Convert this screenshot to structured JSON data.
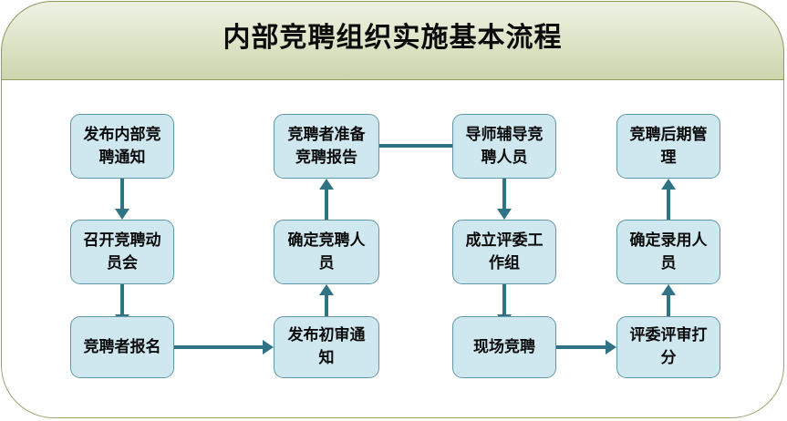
{
  "header": {
    "title": "内部竞聘组织实施基本流程"
  },
  "colors": {
    "header_border": "#8e9a63",
    "header_fill_top": "#eef1e2",
    "header_fill_bottom": "#cbd6ae",
    "frame_border": "#9aa471",
    "node_fill": "#cfe7ef",
    "node_border": "#5f97a6",
    "connector": "#2f7384",
    "text": "#0b0b0b",
    "page_background": "#ffffff"
  },
  "diagram": {
    "type": "flowchart",
    "columns": 4,
    "rows": 3,
    "nodes": [
      {
        "id": "n1",
        "label": "发布内部竞聘通知",
        "col": 1,
        "row": 1
      },
      {
        "id": "n2",
        "label": "召开竞聘动员会",
        "col": 1,
        "row": 2
      },
      {
        "id": "n3",
        "label": "竞聘者报名",
        "col": 1,
        "row": 3
      },
      {
        "id": "n4",
        "label": "发布初审通知",
        "col": 2,
        "row": 3
      },
      {
        "id": "n5",
        "label": "确定竞聘人员",
        "col": 2,
        "row": 2
      },
      {
        "id": "n6",
        "label": "竞聘者准备竞聘报告",
        "col": 2,
        "row": 1
      },
      {
        "id": "n7",
        "label": "导师辅导竞聘人员",
        "col": 3,
        "row": 1
      },
      {
        "id": "n8",
        "label": "成立评委工作组",
        "col": 3,
        "row": 2
      },
      {
        "id": "n9",
        "label": "现场竞聘",
        "col": 3,
        "row": 3
      },
      {
        "id": "n10",
        "label": "评委评审打分",
        "col": 4,
        "row": 3
      },
      {
        "id": "n11",
        "label": "确定录用人员",
        "col": 4,
        "row": 2
      },
      {
        "id": "n12",
        "label": "竞聘后期管理",
        "col": 4,
        "row": 1
      }
    ],
    "edges": [
      {
        "from": "n1",
        "to": "n2",
        "direction": "down"
      },
      {
        "from": "n2",
        "to": "n3",
        "direction": "down"
      },
      {
        "from": "n3",
        "to": "n4",
        "direction": "right"
      },
      {
        "from": "n4",
        "to": "n5",
        "direction": "up"
      },
      {
        "from": "n5",
        "to": "n6",
        "direction": "up"
      },
      {
        "from": "n6",
        "to": "n7",
        "direction": "right"
      },
      {
        "from": "n7",
        "to": "n8",
        "direction": "down"
      },
      {
        "from": "n8",
        "to": "n9",
        "direction": "down"
      },
      {
        "from": "n9",
        "to": "n10",
        "direction": "right"
      },
      {
        "from": "n10",
        "to": "n11",
        "direction": "up"
      },
      {
        "from": "n11",
        "to": "n12",
        "direction": "up"
      }
    ]
  }
}
